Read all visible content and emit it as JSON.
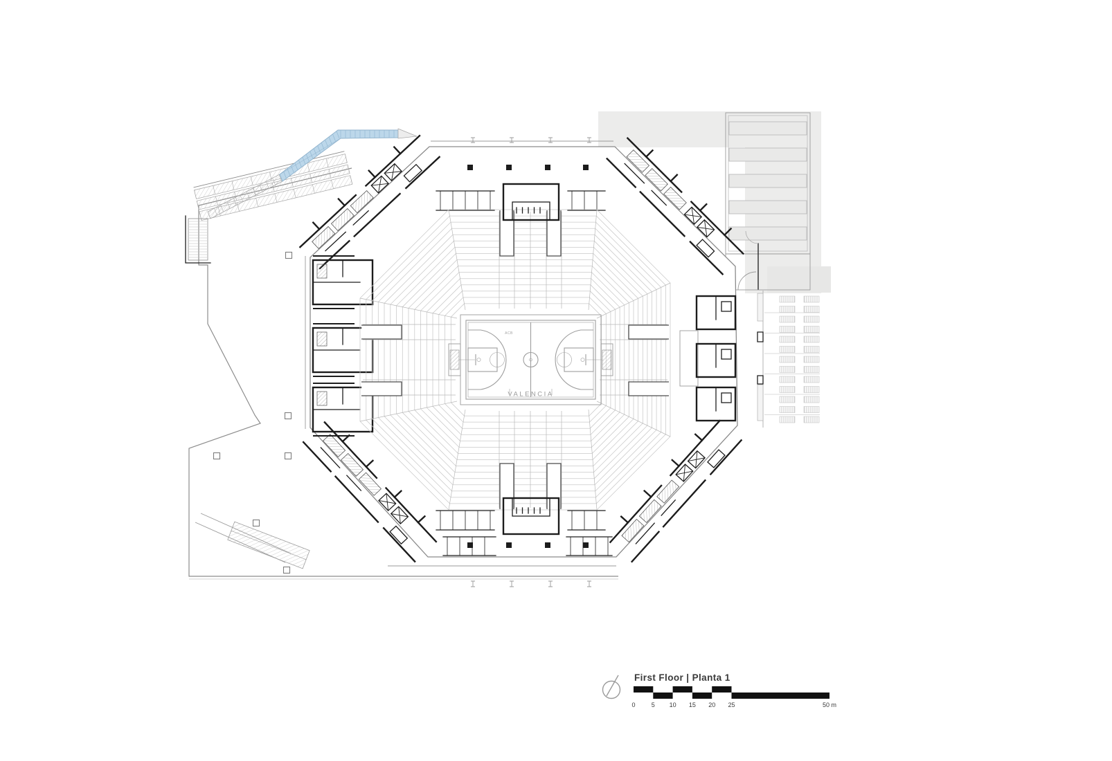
{
  "title_block": {
    "title": "First Floor | Planta 1",
    "scale_labels": [
      "0",
      "5",
      "10",
      "15",
      "20",
      "25",
      "50 m"
    ]
  },
  "court": {
    "center_label": "VALENCIA",
    "league_label": "ACB"
  },
  "icons": {
    "north_arrow": "north-arrow-compass"
  },
  "colors": {
    "wall": "#1c1c1c",
    "seat_line": "#c9c9c9",
    "court_line": "#9d9d9d",
    "site_gray": "#ececeb",
    "band_gray": "#e9e9e8",
    "hatch_line": "#a6a6a6",
    "escalator_blue": "#bcd7ea",
    "escalator_rung": "#93b8d2",
    "scale_black": "#111111",
    "plaza_line": "#8c8c8c"
  }
}
